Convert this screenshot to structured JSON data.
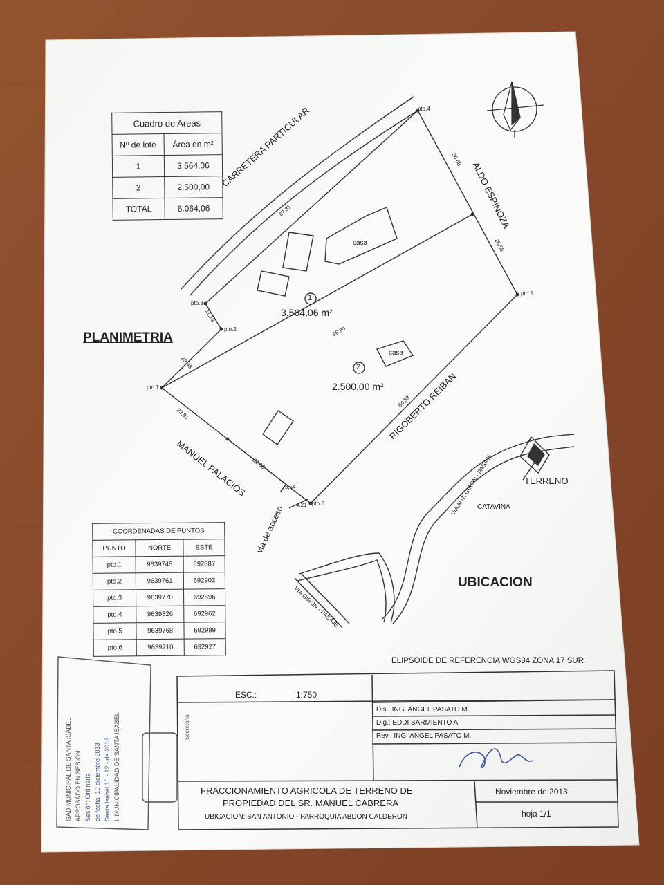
{
  "areas_table": {
    "title": "Cuadro de Areas",
    "headers": [
      "Nº de lote",
      "Área en m²"
    ],
    "rows": [
      [
        "1",
        "3.564,06"
      ],
      [
        "2",
        "2.500,00"
      ]
    ],
    "total_label": "TOTAL",
    "total_value": "6.064,06"
  },
  "plan": {
    "title": "PLANIMETRIA",
    "road_label": "CARRETERA PARTICULAR",
    "neighbors": [
      "ALDO ESPINOZA",
      "RIGOBERTO REIBAN",
      "MANUEL PALACIOS"
    ],
    "access_label": "via de acceso",
    "lot1_number": "1",
    "lot1_area": "3.564,06 m²",
    "lot2_number": "2",
    "lot2_area": "2.500,00 m²",
    "house_label": "casa",
    "points": [
      "pto.1",
      "pto.2",
      "pto.3",
      "pto.4",
      "pto.5",
      "pto.6"
    ],
    "dimensions": [
      "67,81",
      "36,68",
      "26,58",
      "11,19",
      "23,48",
      "96,90",
      "84,53",
      "23,81",
      "22,06",
      "3,54",
      "4,21"
    ]
  },
  "coords_table": {
    "title": "COORDENADAS DE PUNTOS",
    "headers": [
      "PUNTO",
      "NORTE",
      "ESTE"
    ],
    "rows": [
      [
        "pto.1",
        "9639745",
        "692887"
      ],
      [
        "pto.2",
        "9639761",
        "692903"
      ],
      [
        "pto.3",
        "9639770",
        "692896"
      ],
      [
        "pto.4",
        "9639826",
        "692962"
      ],
      [
        "pto.5",
        "9639768",
        "692989"
      ],
      [
        "pto.6",
        "9639710",
        "692927"
      ]
    ]
  },
  "location": {
    "title": "UBICACION",
    "terrain_label": "TERRENO",
    "place_label": "CATAVIÑA",
    "road1": "VIA ANT. GIRON - PASAJE",
    "road2": "VIA GIRON - PASAJE"
  },
  "title_block": {
    "ellipsoid": "ELIPSOIDE DE REFERENCIA WGS84 ZONA 17 SUR",
    "scale_label": "ESC.:",
    "scale_value": "1:750",
    "designed_by": "Dis.: ING. ANGEL PASATO M.",
    "drawn_by": "Dig.: EDDI SARMIENTO A.",
    "reviewed_by": "Rev.: ING. ANGEL PASATO M.",
    "project_line1": "FRACCIONAMIENTO AGRICOLA DE TERRENO DE",
    "project_line2": "PROPIEDAD DEL SR. MANUEL CABRERA",
    "location_line": "UBICACION: SAN ANTONIO - PARROQUIA ABDON CALDERON",
    "date": "Noviembre de 2013",
    "sheet": "hoja 1/1"
  },
  "stamp": {
    "lines": [
      "GAD MUNICIPAL DE SANTA ISABEL",
      "APROBADO EN SESION",
      "Sesión: Ordinaria",
      "de fecha: 10 diciembre 2013",
      "Santa Isabel 16 - 12 - de 2013"
    ],
    "municipal_text": "I. MUNICIPALIDAD DE SANTA ISABEL",
    "secretary_label": "Secretaria"
  },
  "colors": {
    "table_brown": "#8a4a28",
    "paper": "#f8f8f6",
    "ink": "#222222",
    "stamp_blue": "#3a4fa0"
  }
}
